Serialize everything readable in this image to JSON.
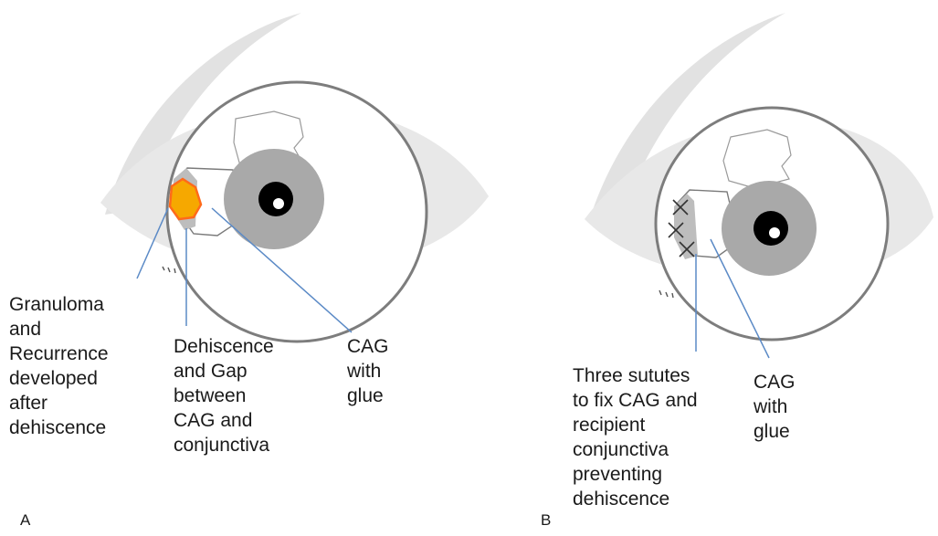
{
  "panels": [
    {
      "letter": "A",
      "labels": {
        "granuloma": [
          "Granuloma",
          "and",
          "Recurrence",
          "developed",
          "after",
          "dehiscence"
        ],
        "dehiscence": [
          "Dehiscence",
          "and Gap",
          "between",
          "CAG and",
          "conjunctiva"
        ],
        "cag": [
          "CAG",
          "with",
          "glue"
        ]
      }
    },
    {
      "letter": "B",
      "labels": {
        "sutures": [
          "Three sututes",
          "to fix CAG and",
          "recipient",
          "conjunctiva",
          "preventing",
          "dehiscence"
        ],
        "cag": [
          "CAG",
          "with",
          "glue"
        ]
      }
    }
  ],
  "colors": {
    "sclera_shadow": "#e4e4e4",
    "iris": "#a9a9a9",
    "pupil": "#000000",
    "granuloma_fill": "#f6a800",
    "granuloma_edge": "#ff6a1a",
    "leader_line": "#5b8ac6",
    "suture": "#333333",
    "outline": "#8a8a8a"
  }
}
